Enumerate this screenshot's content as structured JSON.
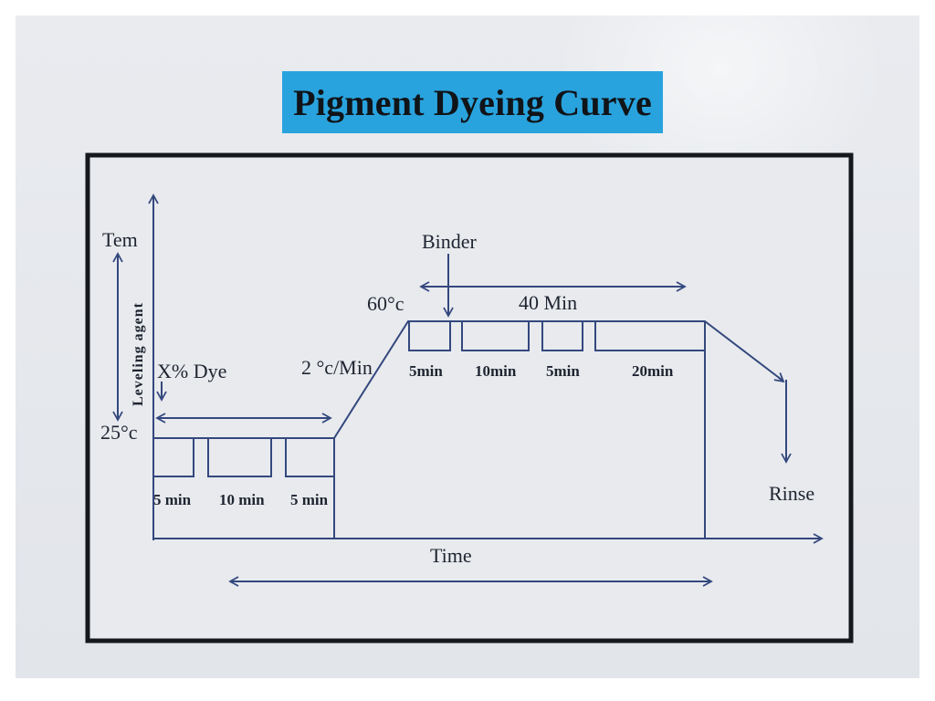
{
  "title": "Pigment Dyeing Curve",
  "axes": {
    "y_label": "Tem",
    "x_label": "Time"
  },
  "leveling_agent": "Leveling agent",
  "dye_label": "X% Dye",
  "temp_low": "25°c",
  "temp_high": "60°c",
  "ramp_rate": "2 °c/Min",
  "binder_label": "Binder",
  "hold_duration": "40 Min",
  "low_segments": [
    "5 min",
    "10 min",
    "5 min"
  ],
  "high_segments": [
    "5min",
    "10min",
    "5min",
    "20min"
  ],
  "rinse_label": "Rinse",
  "colors": {
    "line": "#34487e",
    "banner": "#29a3de",
    "frame": "#15181c"
  }
}
